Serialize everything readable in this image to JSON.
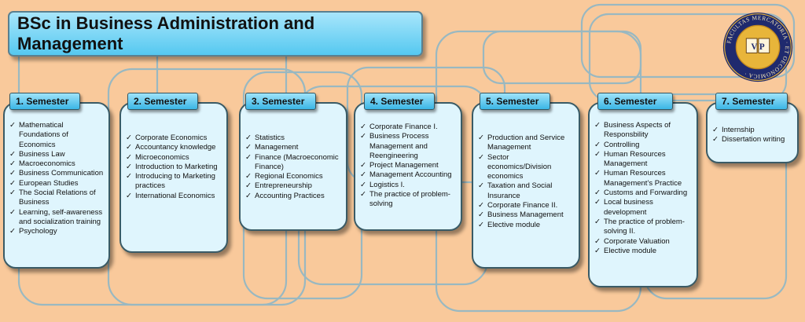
{
  "title": "BSc in Business Administration and Management",
  "logo": {
    "outer_text": "FACULTAS MERCATORIA ET OECONOMICA",
    "inner_text": "V P",
    "ring_color": "#1f2a6e",
    "gold_color": "#e8b53a"
  },
  "colors": {
    "background": "#f9c99b",
    "card_fill": "#dff5fd",
    "tab_fill": "#3bb6e6",
    "connector": "#89b6c8"
  },
  "semesters": [
    {
      "label": "1. Semester",
      "items": [
        "Mathematical Foundations of Economics",
        "Business Law",
        "Macroeconomics",
        "Business Communication",
        "European Studies",
        "The Social Relations of Business",
        "Learning, self-awareness and socialization training",
        "Psychology"
      ]
    },
    {
      "label": "2. Semester",
      "items": [
        "Corporate Economics",
        "Accountancy knowledge",
        "Microeconomics",
        "Introduction to Marketing",
        "Introducing to Marketing practices",
        "International Economics"
      ]
    },
    {
      "label": "3. Semester",
      "items": [
        "Statistics",
        "Management",
        "Finance (Macroeconomic Finance)",
        "Regional Economics",
        "Entrepreneurship",
        "Accounting Practices"
      ]
    },
    {
      "label": "4. Semester",
      "items": [
        "Corporate Finance I.",
        "Business Process Management and Reengineering",
        "Project Management",
        "Management Accounting",
        "Logistics I.",
        "The practice of problem-solving"
      ]
    },
    {
      "label": "5. Semester",
      "items": [
        "Production and Service Management",
        "Sector economics/Division economics",
        "Taxation and Social Insurance",
        "Corporate Finance II.",
        "Business Management",
        "Elective module"
      ]
    },
    {
      "label": "6. Semester",
      "items": [
        "Business Aspects of Responsbility",
        "Controlling",
        "Human Resources Management",
        "Human Resources Management’s Practice",
        "Customs and Forwarding",
        "Local business development",
        "The practice of problem-solving II.",
        "Corporate Valuation",
        "Elective module"
      ]
    },
    {
      "label": "7. Semester",
      "items": [
        "Internship",
        "Dissertation writing"
      ]
    }
  ]
}
